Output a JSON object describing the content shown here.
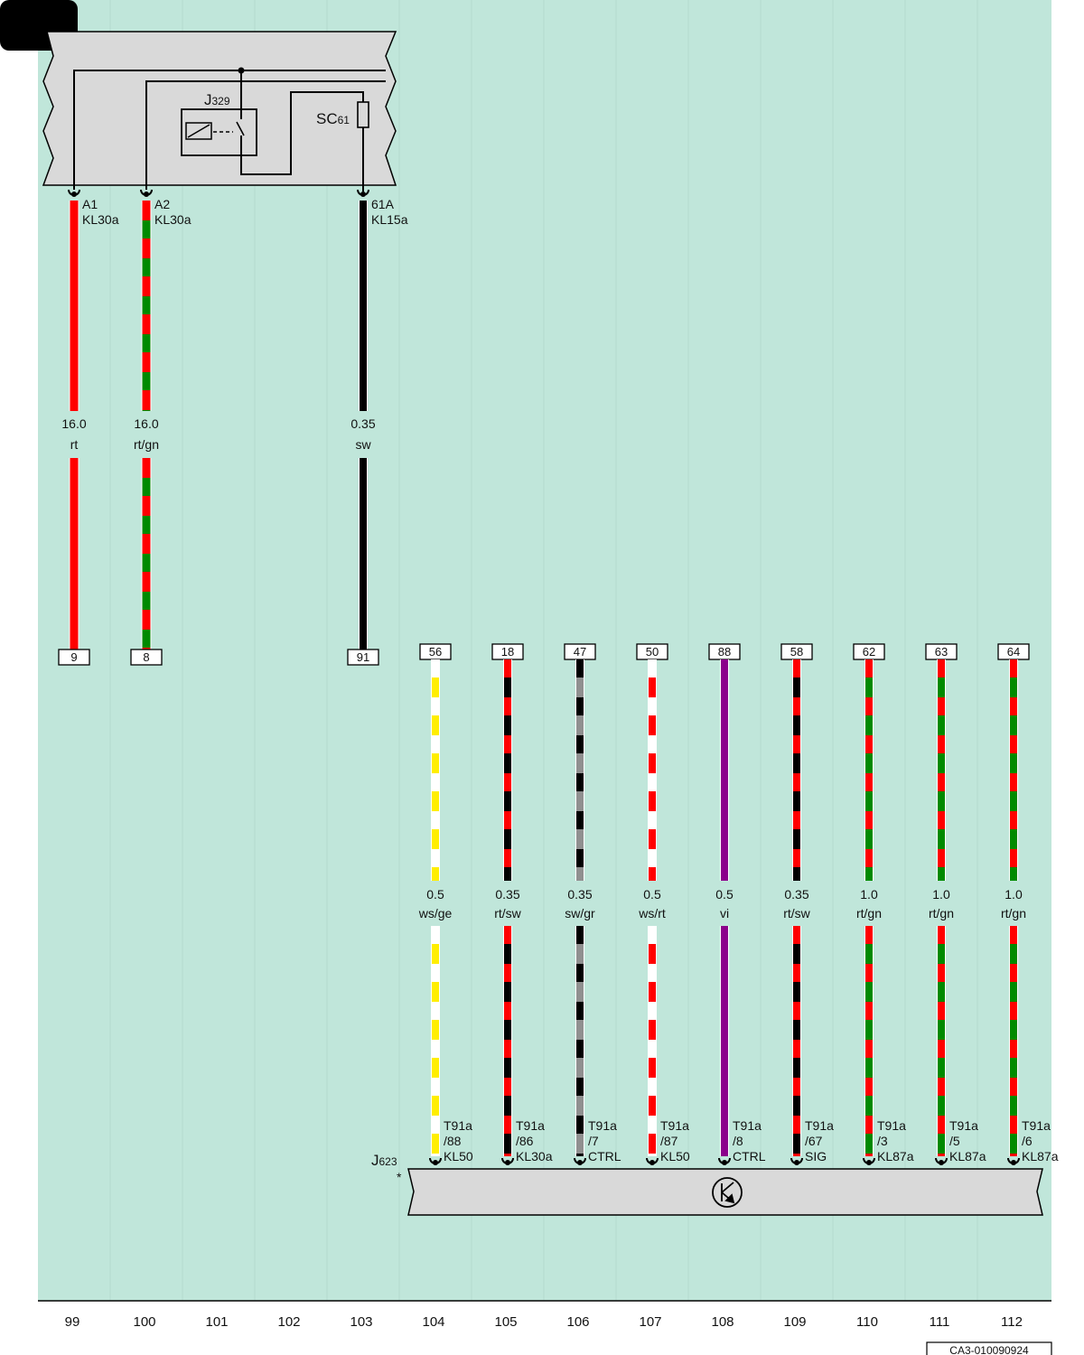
{
  "colors": {
    "background": "#c0e6da",
    "module_fill": "#d9d9d9",
    "rt": "#ff0000",
    "gn": "#008a00",
    "sw": "#000000",
    "ws": "#ffffff",
    "ge": "#ffee00",
    "gr": "#909090",
    "vi": "#8b008b"
  },
  "top_module": {
    "relay": {
      "name": "J",
      "sub": "329"
    },
    "fuse": {
      "name": "SC",
      "sub": "61"
    }
  },
  "top_wires": [
    {
      "column": 99,
      "pin": "A1",
      "terminal": "KL30a",
      "size": "16.0",
      "color_code": "rt",
      "stripes": [
        "rt"
      ],
      "connector": "9"
    },
    {
      "column": 100,
      "pin": "A2",
      "terminal": "KL30a",
      "size": "16.0",
      "color_code": "rt/gn",
      "stripes": [
        "rt",
        "gn"
      ],
      "connector": "8"
    },
    {
      "column": 103,
      "pin": "61A",
      "terminal": "KL15a",
      "size": "0.35",
      "color_code": "sw",
      "stripes": [
        "sw"
      ],
      "connector": "91"
    }
  ],
  "bottom_module": {
    "name": "J",
    "sub": "623",
    "note": "*",
    "icon": "transistor-icon"
  },
  "bottom_wires": [
    {
      "column": 104,
      "connector": "56",
      "size": "0.5",
      "color_code": "ws/ge",
      "stripes": [
        "ws",
        "ge"
      ],
      "conn_id": "T91a",
      "pin": "/88",
      "terminal": "KL50"
    },
    {
      "column": 105,
      "connector": "18",
      "size": "0.35",
      "color_code": "rt/sw",
      "stripes": [
        "rt",
        "sw"
      ],
      "conn_id": "T91a",
      "pin": "/86",
      "terminal": "KL30a"
    },
    {
      "column": 106,
      "connector": "47",
      "size": "0.35",
      "color_code": "sw/gr",
      "stripes": [
        "sw",
        "gr"
      ],
      "conn_id": "T91a",
      "pin": "/7",
      "terminal": "CTRL"
    },
    {
      "column": 107,
      "connector": "50",
      "size": "0.5",
      "color_code": "ws/rt",
      "stripes": [
        "ws",
        "rt"
      ],
      "conn_id": "T91a",
      "pin": "/87",
      "terminal": "KL50"
    },
    {
      "column": 108,
      "connector": "88",
      "size": "0.5",
      "color_code": "vi",
      "stripes": [
        "vi"
      ],
      "conn_id": "T91a",
      "pin": "/8",
      "terminal": "CTRL"
    },
    {
      "column": 109,
      "connector": "58",
      "size": "0.35",
      "color_code": "rt/sw",
      "stripes": [
        "rt",
        "sw"
      ],
      "conn_id": "T91a",
      "pin": "/67",
      "terminal": "SIG"
    },
    {
      "column": 110,
      "connector": "62",
      "size": "1.0",
      "color_code": "rt/gn",
      "stripes": [
        "rt",
        "gn"
      ],
      "conn_id": "T91a",
      "pin": "/3",
      "terminal": "KL87a"
    },
    {
      "column": 111,
      "connector": "63",
      "size": "1.0",
      "color_code": "rt/gn",
      "stripes": [
        "rt",
        "gn"
      ],
      "conn_id": "T91a",
      "pin": "/5",
      "terminal": "KL87a"
    },
    {
      "column": 112,
      "connector": "64",
      "size": "1.0",
      "color_code": "rt/gn",
      "stripes": [
        "rt",
        "gn"
      ],
      "conn_id": "T91a",
      "pin": "/6",
      "terminal": "KL87a"
    }
  ],
  "columns": [
    "99",
    "100",
    "101",
    "102",
    "103",
    "104",
    "105",
    "106",
    "107",
    "108",
    "109",
    "110",
    "111",
    "112"
  ],
  "doc_id": "CA3-010090924"
}
